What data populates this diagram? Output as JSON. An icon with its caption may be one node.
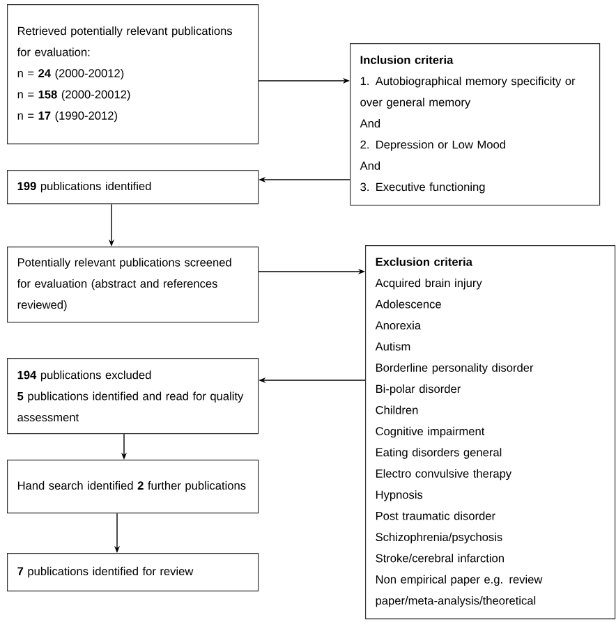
{
  "diagram": {
    "nodes": [
      {
        "text": [
          "Retrieved potentially relevant publications for evaluation:",
          "n = **24** (2000-20012)",
          "n = **158** (2000-20012)",
          "n = **17** (1990-2012)"
        ]
      },
      {
        "text": [
          "Inclusion criteria",
          "1. Autobiographical memory specificity or over general memory",
          "And",
          "2. Depression or Low Mood",
          "And",
          "3. Executive functioning"
        ]
      },
      {
        "text": [
          "**199** publications identified"
        ]
      },
      {
        "text": [
          "Potentially relevant publications screened for evaluation (abstract and references reviewed)"
        ]
      },
      {
        "text": [
          "Exclusion criteria",
          "Acquired brain injury",
          "Adolescence",
          "Anorexia",
          "Autism",
          "Borderline personality disorder",
          "Bi-polar disorder",
          "Children",
          "Cognitive impairment",
          "Eating disorders general",
          "Electro convulsive therapy",
          "Hypnosis",
          "Post traumatic disorder",
          "Schizophrenia/psychosis",
          "Stroke/cerebral infarction",
          "Non empirical paper e.g. review paper/meta-analysis/theoretical"
        ]
      },
      {
        "text": [
          "**194** publications excluded",
          "**5** publications identified and read for quality assessment"
        ]
      },
      {
        "text": [
          "Hand search identified **2** further publications"
        ]
      },
      {
        "text": [
          "**7** publications identified for review"
        ]
      }
    ],
    "edges": [
      {
        "from": 0,
        "to": 1,
        "arrow": "to"
      },
      {
        "from": 1,
        "to": 2,
        "arrow": "to"
      },
      {
        "from": 2,
        "to": 3,
        "arrow": "to"
      },
      {
        "from": 3,
        "to": 4,
        "arrow": "to"
      },
      {
        "from": 4,
        "to": 5,
        "arrow": "to"
      },
      {
        "from": 5,
        "to": 6,
        "arrow": "to"
      },
      {
        "from": 6,
        "to": 7,
        "arrow": "to"
      }
    ]
  }
}
